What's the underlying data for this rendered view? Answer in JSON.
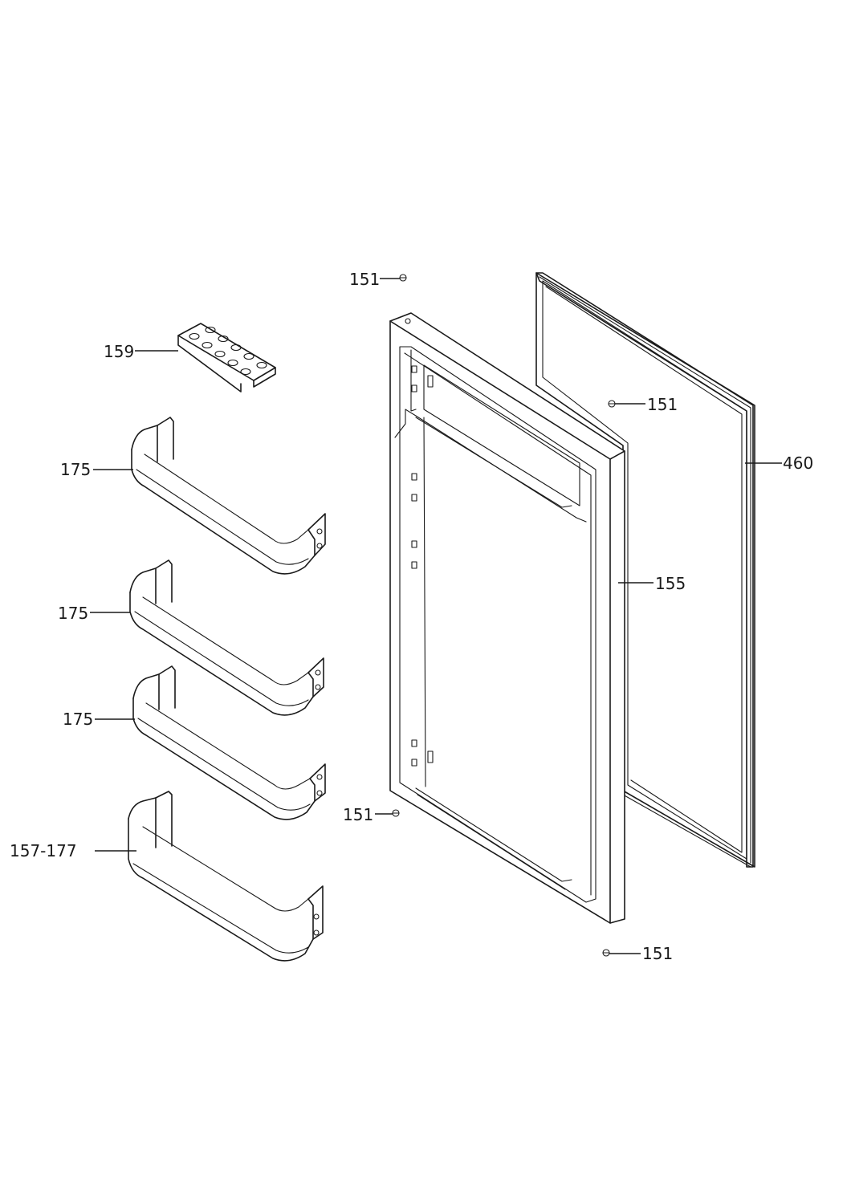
{
  "labels": {
    "screw_top": "151",
    "screw_door": "151",
    "screw_mid": "151",
    "screw_bottom": "151",
    "egg_tray": "159",
    "shelf_1": "175",
    "shelf_2": "175",
    "shelf_3": "175",
    "bottle_shelf": "157-177",
    "gasket": "460",
    "door": "155"
  }
}
